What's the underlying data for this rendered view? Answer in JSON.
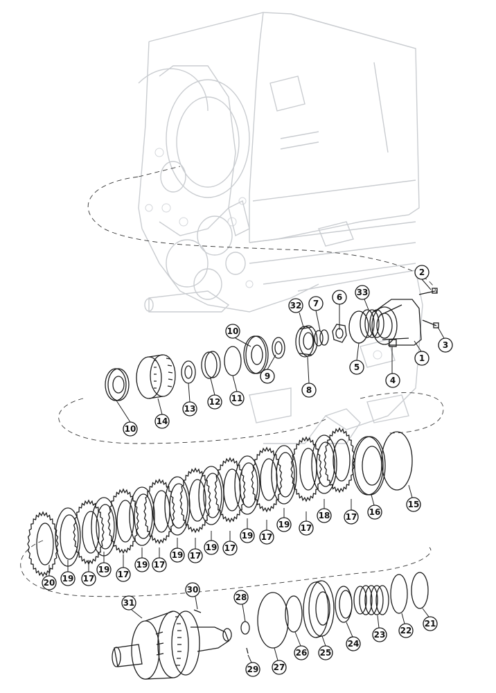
{
  "diagram": {
    "callouts": [
      {
        "label": "1"
      },
      {
        "label": "2"
      },
      {
        "label": "3"
      },
      {
        "label": "4"
      },
      {
        "label": "5"
      },
      {
        "label": "6"
      },
      {
        "label": "7"
      },
      {
        "label": "8"
      },
      {
        "label": "9"
      },
      {
        "label": "10"
      },
      {
        "label": "10"
      },
      {
        "label": "11"
      },
      {
        "label": "12"
      },
      {
        "label": "13"
      },
      {
        "label": "14"
      },
      {
        "label": "15"
      },
      {
        "label": "16"
      },
      {
        "label": "17"
      },
      {
        "label": "17"
      },
      {
        "label": "17"
      },
      {
        "label": "17"
      },
      {
        "label": "17"
      },
      {
        "label": "17"
      },
      {
        "label": "17"
      },
      {
        "label": "17"
      },
      {
        "label": "18"
      },
      {
        "label": "19"
      },
      {
        "label": "19"
      },
      {
        "label": "19"
      },
      {
        "label": "19"
      },
      {
        "label": "19"
      },
      {
        "label": "19"
      },
      {
        "label": "19"
      },
      {
        "label": "20"
      },
      {
        "label": "21"
      },
      {
        "label": "22"
      },
      {
        "label": "23"
      },
      {
        "label": "24"
      },
      {
        "label": "25"
      },
      {
        "label": "26"
      },
      {
        "label": "27"
      },
      {
        "label": "28"
      },
      {
        "label": "29"
      },
      {
        "label": "30"
      },
      {
        "label": "31"
      },
      {
        "label": "32"
      },
      {
        "label": "33"
      }
    ]
  }
}
